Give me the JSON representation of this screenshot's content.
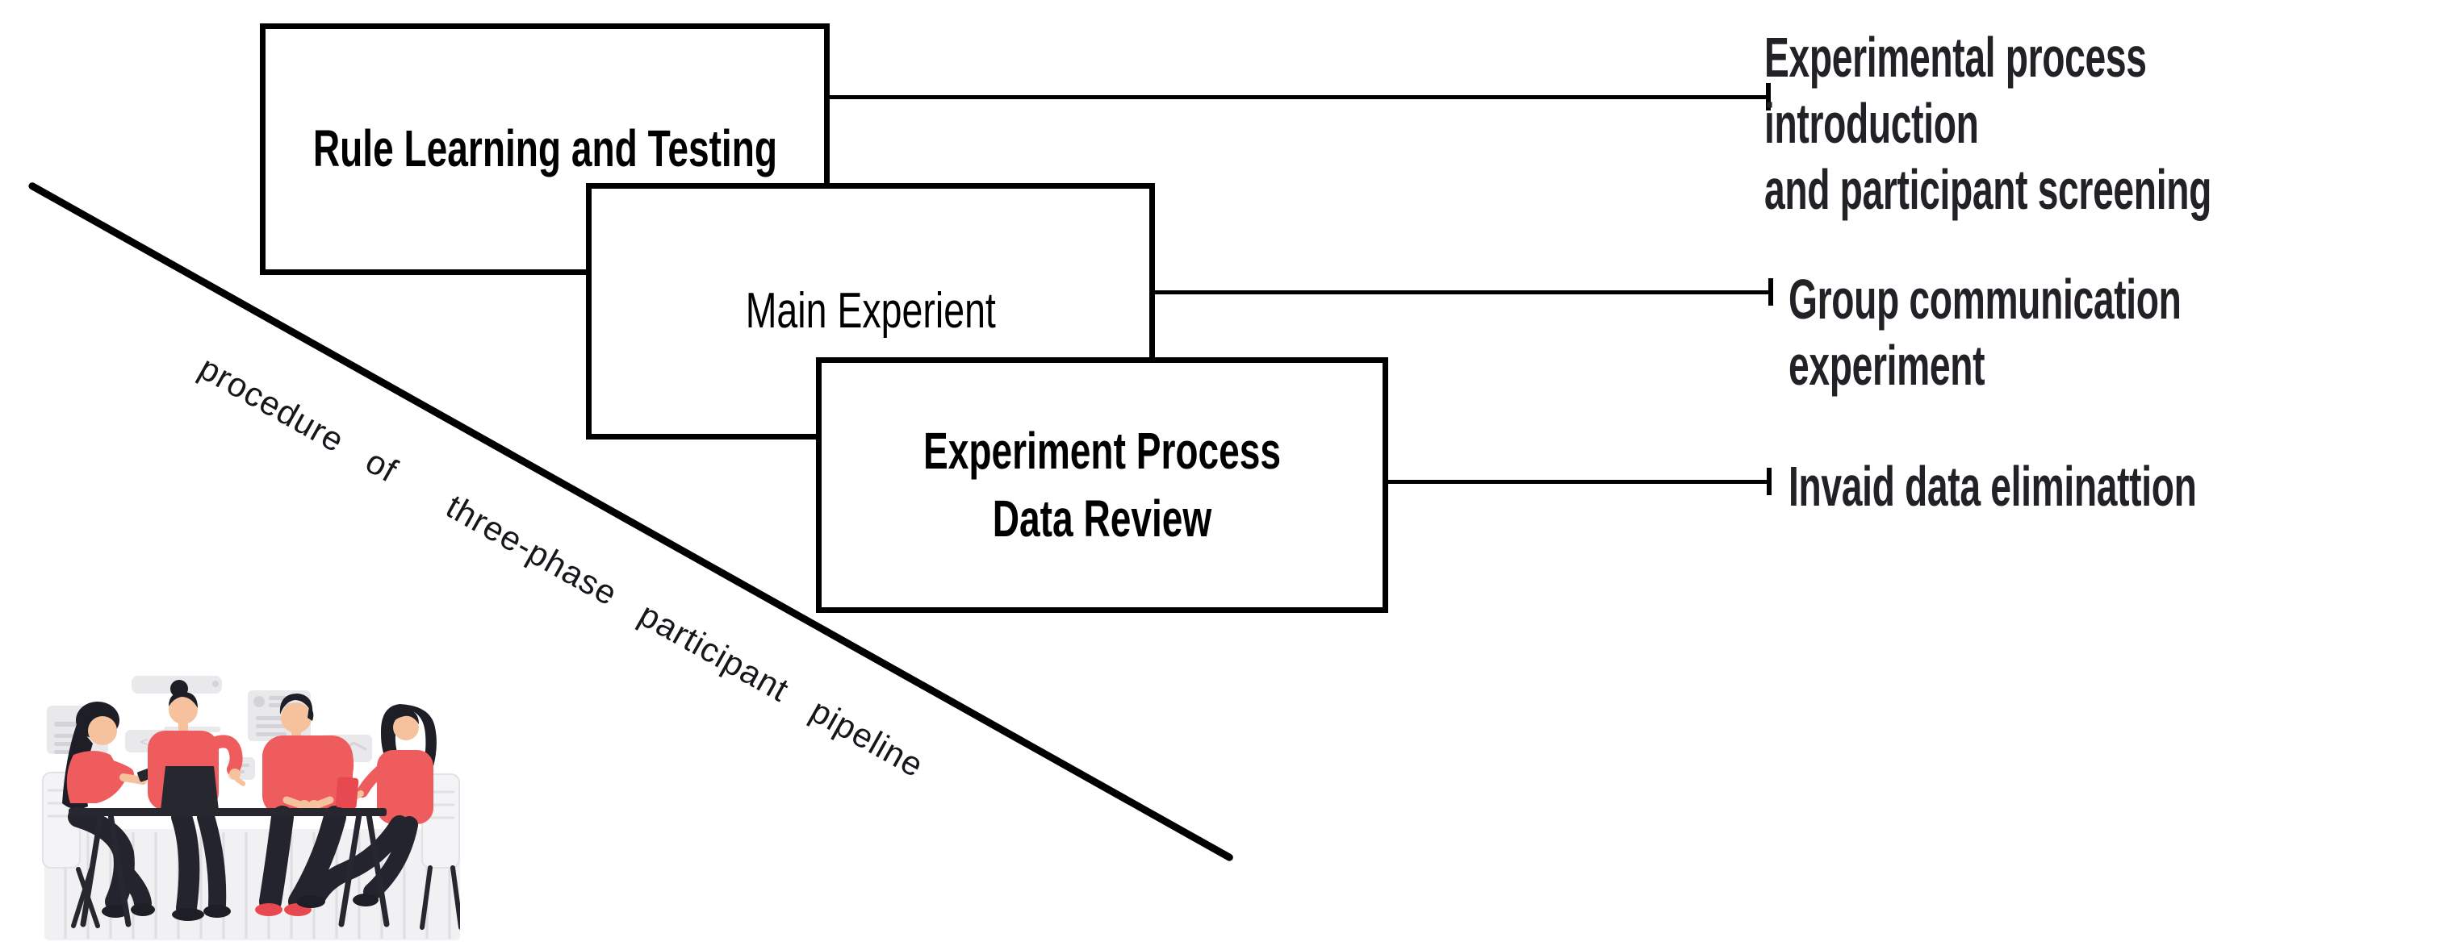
{
  "diagram": {
    "boxes": [
      {
        "id": "phase-1",
        "label": "Rule Learning and Testing"
      },
      {
        "id": "phase-2",
        "label": "Main Experient"
      },
      {
        "id": "phase-3",
        "label": "Experiment Process Data Review"
      }
    ],
    "annotations": [
      {
        "label": "Experimental process introduction\nand participant screening"
      },
      {
        "label": "Group communication\nexperiment"
      },
      {
        "label": "Invaid data eliminattion"
      }
    ],
    "caption": "procedure of  three-phase participant pipeline"
  },
  "illustration": {
    "name": "team-meeting-illustration",
    "code_glyph": "</>"
  },
  "colors": {
    "ink": "#000000",
    "text_dark": "#232126",
    "caption": "#16161b",
    "red": "#ee5c5e",
    "red_deep": "#e8484f",
    "skin": "#f6c29d",
    "hair": "#1d1e26",
    "pants": "#23242e",
    "table": "#26272f",
    "card": "#e9e9ec",
    "card_line": "#d3d3d9",
    "panel": "#f1f1f3",
    "panel_line": "#dfdfe3",
    "chair": "#f4f4f6",
    "chair_line": "#e2e2e6",
    "bg": "#ffffff"
  }
}
